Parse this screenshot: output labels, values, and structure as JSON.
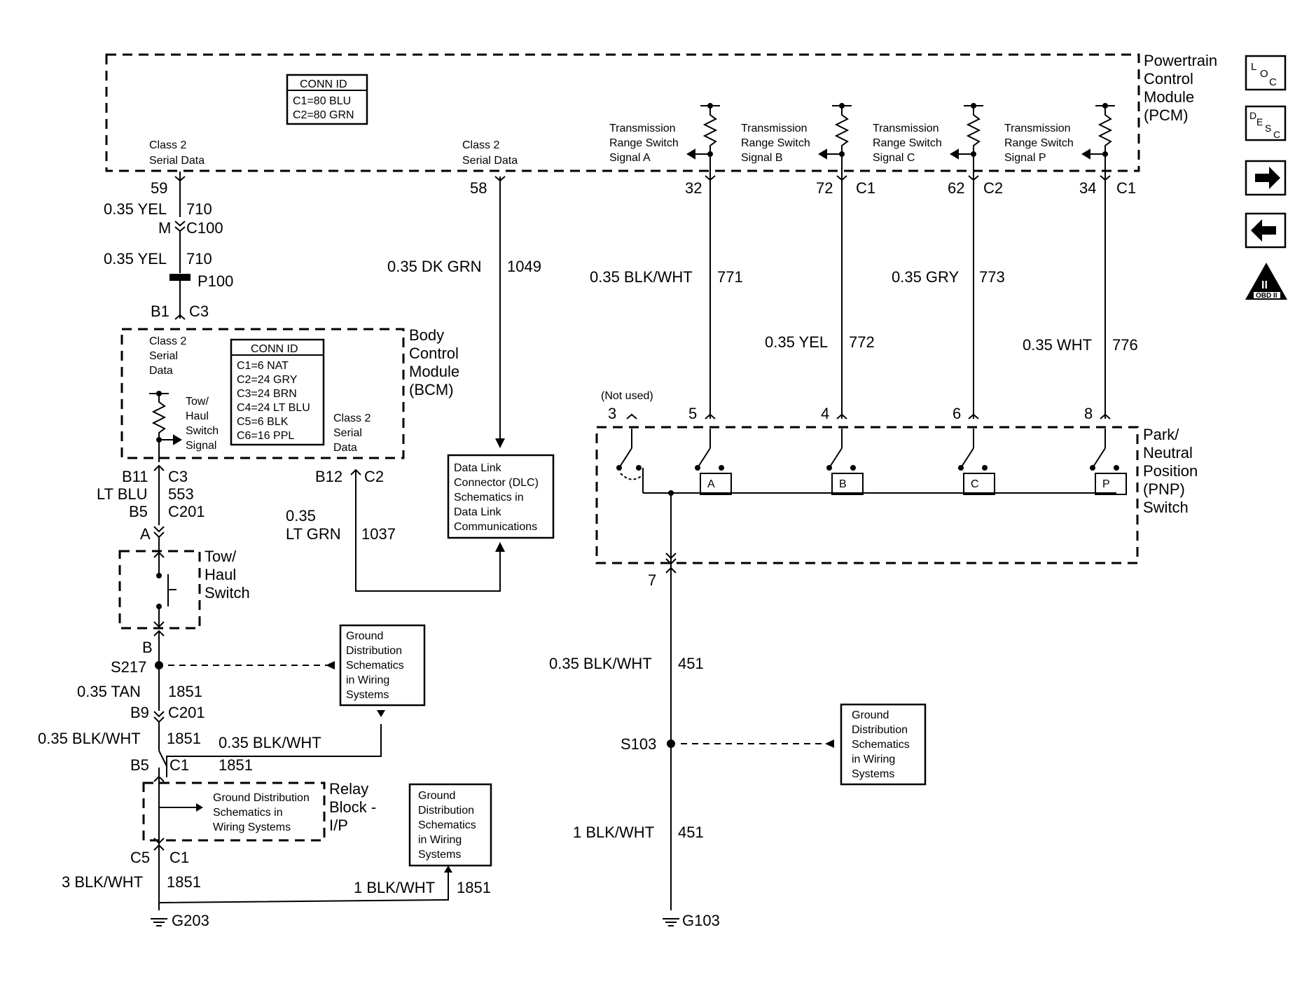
{
  "components": {
    "pcm": [
      "Powertrain",
      "Control",
      "Module",
      "(PCM)"
    ],
    "bcm": [
      "Body",
      "Control",
      "Module",
      "(BCM)"
    ],
    "pnp": [
      "Park/",
      "Neutral",
      "Position",
      "(PNP)",
      "Switch"
    ],
    "tow_haul_switch": [
      "Tow/",
      "Haul",
      "Switch"
    ],
    "relay_block": [
      "Relay",
      "Block -",
      "I/P"
    ]
  },
  "pcm_conn": {
    "title": "CONN ID",
    "rows": [
      "C1=80 BLU",
      "C2=80 GRN"
    ]
  },
  "bcm_conn": {
    "title": "CONN ID",
    "rows": [
      "C1=6 NAT",
      "C2=24 GRY",
      "C3=24 BRN",
      "C4=24 LT BLU",
      "C5=6 BLK",
      "C6=16 PPL"
    ]
  },
  "pcm_labels": {
    "class2_left": [
      "Class 2",
      "Serial Data"
    ],
    "class2_mid": [
      "Class 2",
      "Serial Data"
    ],
    "sig_a": [
      "Transmission",
      "Range Switch",
      "Signal A"
    ],
    "sig_b": [
      "Transmission",
      "Range Switch",
      "Signal B"
    ],
    "sig_c": [
      "Transmission",
      "Range Switch",
      "Signal C"
    ],
    "sig_p": [
      "Transmission",
      "Range Switch",
      "Signal P"
    ]
  },
  "nav": {
    "loc": [
      "L",
      "O",
      "C"
    ],
    "desc": [
      "D",
      "E",
      "S",
      "C"
    ],
    "obd_numeral": "II",
    "obd_label": "OBD II"
  },
  "left": {
    "pin59": "59",
    "yel1": "0.35 YEL",
    "ckt710a": "710",
    "m": "M",
    "c100": "C100",
    "yel2": "0.35 YEL",
    "ckt710b": "710",
    "p100": "P100",
    "b1": "B1",
    "c3": "C3",
    "b11": "B11",
    "c3b": "C3",
    "ltblu": "LT BLU",
    "ckt553": "553",
    "b5": "B5",
    "c201": "C201",
    "a": "A",
    "b": "B",
    "s217": "S217",
    "tan": "0.35 TAN",
    "ckt1851a": "1851",
    "b9": "B9",
    "c201b": "C201",
    "blkwht1": "0.35 BLK/WHT",
    "ckt1851b": "1851",
    "blkwht2": "0.35 BLK/WHT",
    "b5b": "B5",
    "c1": "C1",
    "ckt1851c": "1851",
    "c5": "C5",
    "c1b": "C1",
    "blkwht3": "3 BLK/WHT",
    "ckt1851d": "1851",
    "blkwht4": "1 BLK/WHT",
    "ckt1851e": "1851",
    "g203": "G203"
  },
  "bcm_labels": {
    "class2_a": [
      "Class 2",
      "Serial",
      "Data"
    ],
    "tow": [
      "Tow/",
      "Haul",
      "Switch",
      "Signal"
    ],
    "class2_b": [
      "Class 2",
      "Serial",
      "Data"
    ]
  },
  "relay_ref": [
    "Ground Distribution",
    "Schematics in",
    "Wiring Systems"
  ],
  "class2": {
    "pin58": "58",
    "dkgrn": "0.35 DK GRN",
    "ckt1049": "1049",
    "b12": "B12",
    "c2": "C2",
    "ltgrn1": "0.35",
    "ltgrn2": "LT GRN",
    "ckt1037": "1037"
  },
  "dlc_ref": [
    "Data Link",
    "Connector (DLC)",
    "Schematics in",
    "Data Link",
    "Communications"
  ],
  "range": {
    "pin32": "32",
    "pin72": "72",
    "c1a": "C1",
    "pin62": "62",
    "c2": "C2",
    "pin34": "34",
    "c1b": "C1",
    "wire771": "0.35 BLK/WHT",
    "ckt771": "771",
    "wire773": "0.35 GRY",
    "ckt773": "773",
    "wire772": "0.35 YEL",
    "ckt772": "772",
    "wire776": "0.35 WHT",
    "ckt776": "776",
    "pin3": "3",
    "pin5": "5",
    "pin4": "4",
    "pin6": "6",
    "pin8": "8",
    "not_used": "(Not used)"
  },
  "pnp_letters": [
    "A",
    "B",
    "C",
    "P"
  ],
  "pnp_ground": {
    "pin7": "7",
    "wire1": "0.35 BLK/WHT",
    "ckt451a": "451",
    "s103": "S103",
    "wire2": "1 BLK/WHT",
    "ckt451b": "451",
    "g103": "G103"
  },
  "ground_ref": [
    "Ground",
    "Distribution",
    "Schematics",
    "in Wiring",
    "Systems"
  ],
  "ground_ref2": [
    "Ground",
    "Distribution",
    "Schematics",
    "in Wiring",
    "Systems"
  ],
  "ground_ref3": [
    "Ground",
    "Distribution",
    "Schematics",
    "in Wiring",
    "Systems"
  ]
}
